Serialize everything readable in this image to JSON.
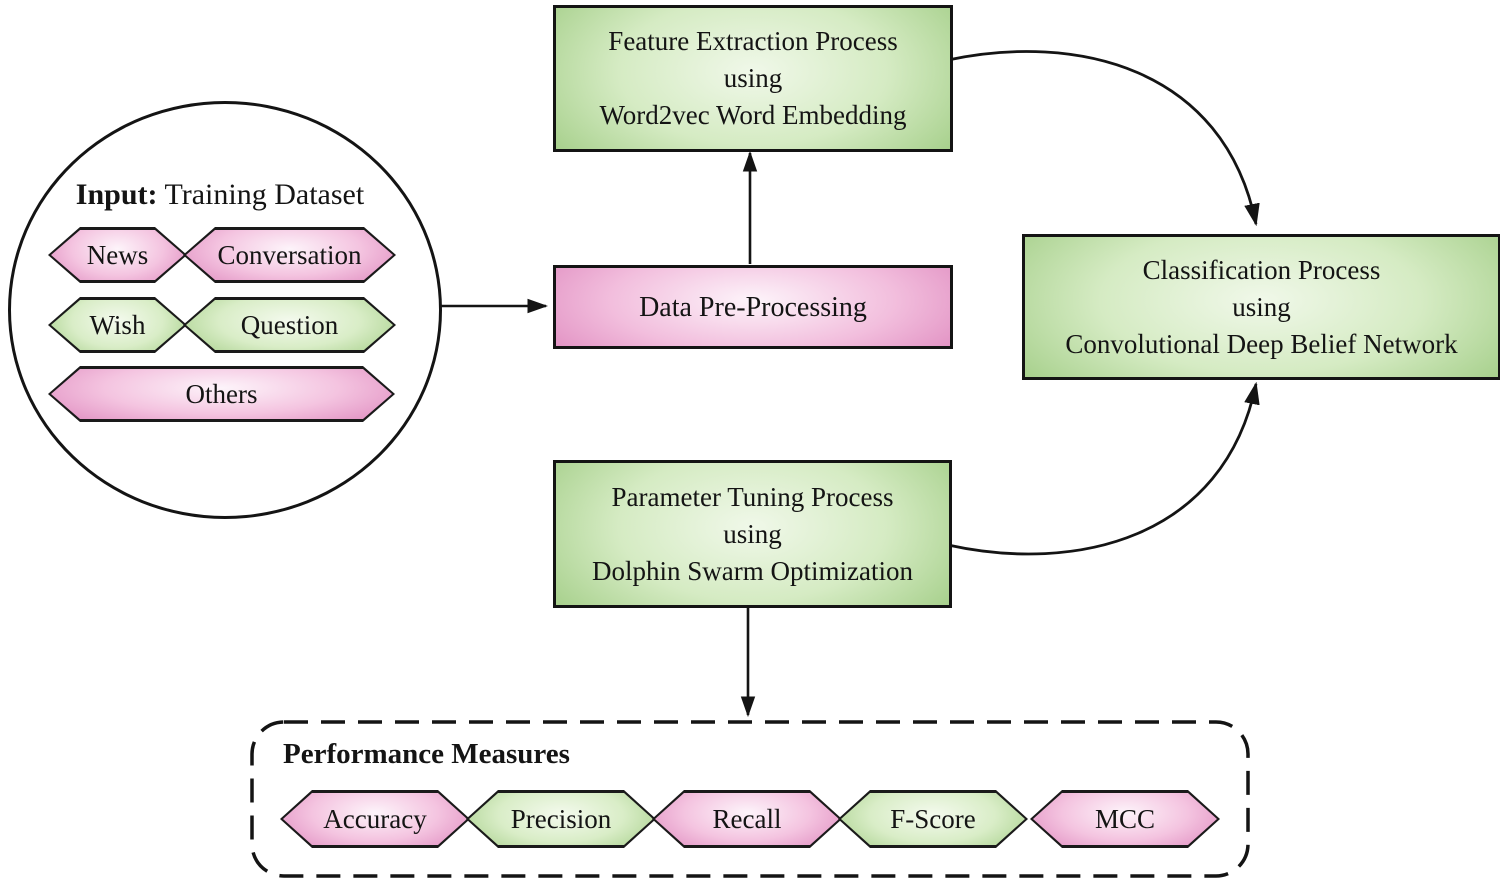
{
  "diagram": {
    "input_circle": {
      "title_bold": "Input:",
      "title_rest": " Training Dataset",
      "hexagons": [
        {
          "label": "News",
          "color": "pink"
        },
        {
          "label": "Conversation",
          "color": "pink"
        },
        {
          "label": "Wish",
          "color": "green"
        },
        {
          "label": "Question",
          "color": "green"
        },
        {
          "label": "Others",
          "color": "pink"
        }
      ]
    },
    "boxes": [
      {
        "id": "feature-extraction",
        "color": "green",
        "lines": [
          "Feature Extraction Process",
          "using",
          "Word2vec Word Embedding"
        ]
      },
      {
        "id": "data-preprocessing",
        "color": "pink",
        "lines": [
          "Data Pre-Processing"
        ]
      },
      {
        "id": "classification",
        "color": "green",
        "lines": [
          "Classification Process",
          "using",
          "Convolutional Deep Belief Network"
        ]
      },
      {
        "id": "parameter-tuning",
        "color": "green",
        "lines": [
          "Parameter Tuning Process",
          "using",
          "Dolphin Swarm Optimization"
        ]
      }
    ],
    "performance": {
      "title": "Performance Measures",
      "hexagons": [
        {
          "label": "Accuracy",
          "color": "pink"
        },
        {
          "label": "Precision",
          "color": "green"
        },
        {
          "label": "Recall",
          "color": "pink"
        },
        {
          "label": "F-Score",
          "color": "green"
        },
        {
          "label": "MCC",
          "color": "pink"
        }
      ]
    },
    "colors": {
      "green_edge": "#a7d08c",
      "green_center": "#f0f8e9",
      "pink_edge": "#e190c2",
      "pink_center": "#fdf4fa",
      "line": "#141414"
    }
  }
}
